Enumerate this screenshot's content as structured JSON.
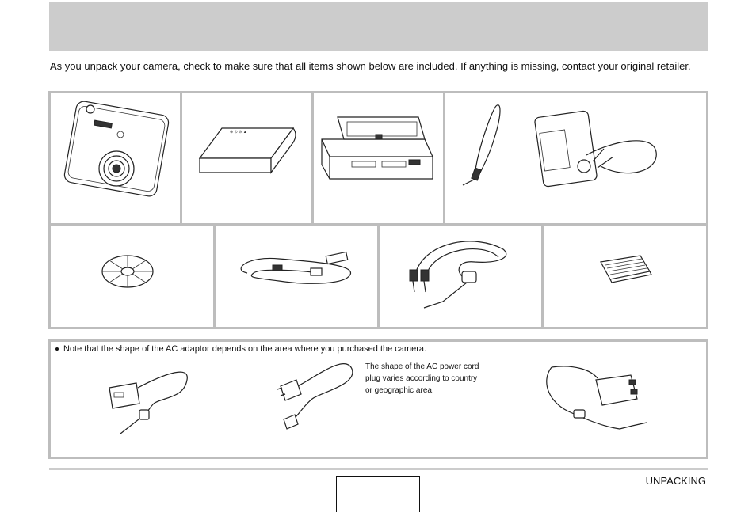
{
  "intro_text": "As you unpack your camera, check to make sure that all items shown below are included. If anything is missing, contact your original retailer.",
  "note": {
    "text": "Note that the shape of the AC adaptor depends on the area where you purchased the camera.",
    "plug_caption": "The shape of the AC power cord plug varies according to country or geographic area."
  },
  "footer": {
    "section_label": "UNPACKING"
  },
  "items_row1": [
    "camera",
    "battery",
    "cradle",
    "strap"
  ],
  "items_row2": [
    "cd-rom",
    "usb-cable",
    "av-cable",
    "basic-reference"
  ],
  "adaptor_items": [
    "ac-adaptor",
    "ac-power-cord",
    "ac-adaptor-integrated-plug"
  ]
}
